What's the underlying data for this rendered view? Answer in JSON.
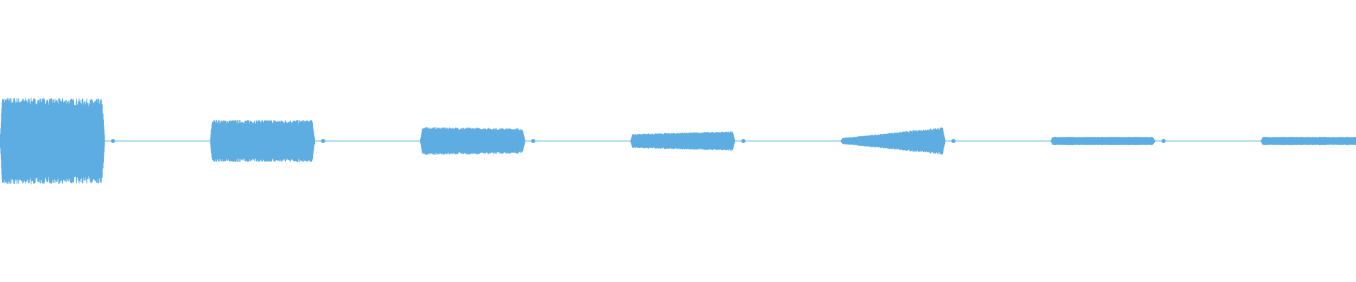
{
  "chart_data": {
    "type": "area",
    "title": "",
    "xlabel": "",
    "ylabel": "",
    "ylim": [
      -1,
      1
    ],
    "grid": false,
    "color": "#5dade2",
    "bursts": [
      {
        "peak_start": 0.31,
        "peak_end": 0.3
      },
      {
        "peak_start": 0.15,
        "peak_end": 0.15
      },
      {
        "peak_start": 0.1,
        "peak_end": 0.09
      },
      {
        "peak_start": 0.05,
        "peak_end": 0.07
      },
      {
        "peak_start": 0.02,
        "peak_end": 0.1
      },
      {
        "peak_start": 0.03,
        "peak_end": 0.03
      },
      {
        "peak_start": 0.03,
        "peak_end": 0.03
      }
    ]
  }
}
